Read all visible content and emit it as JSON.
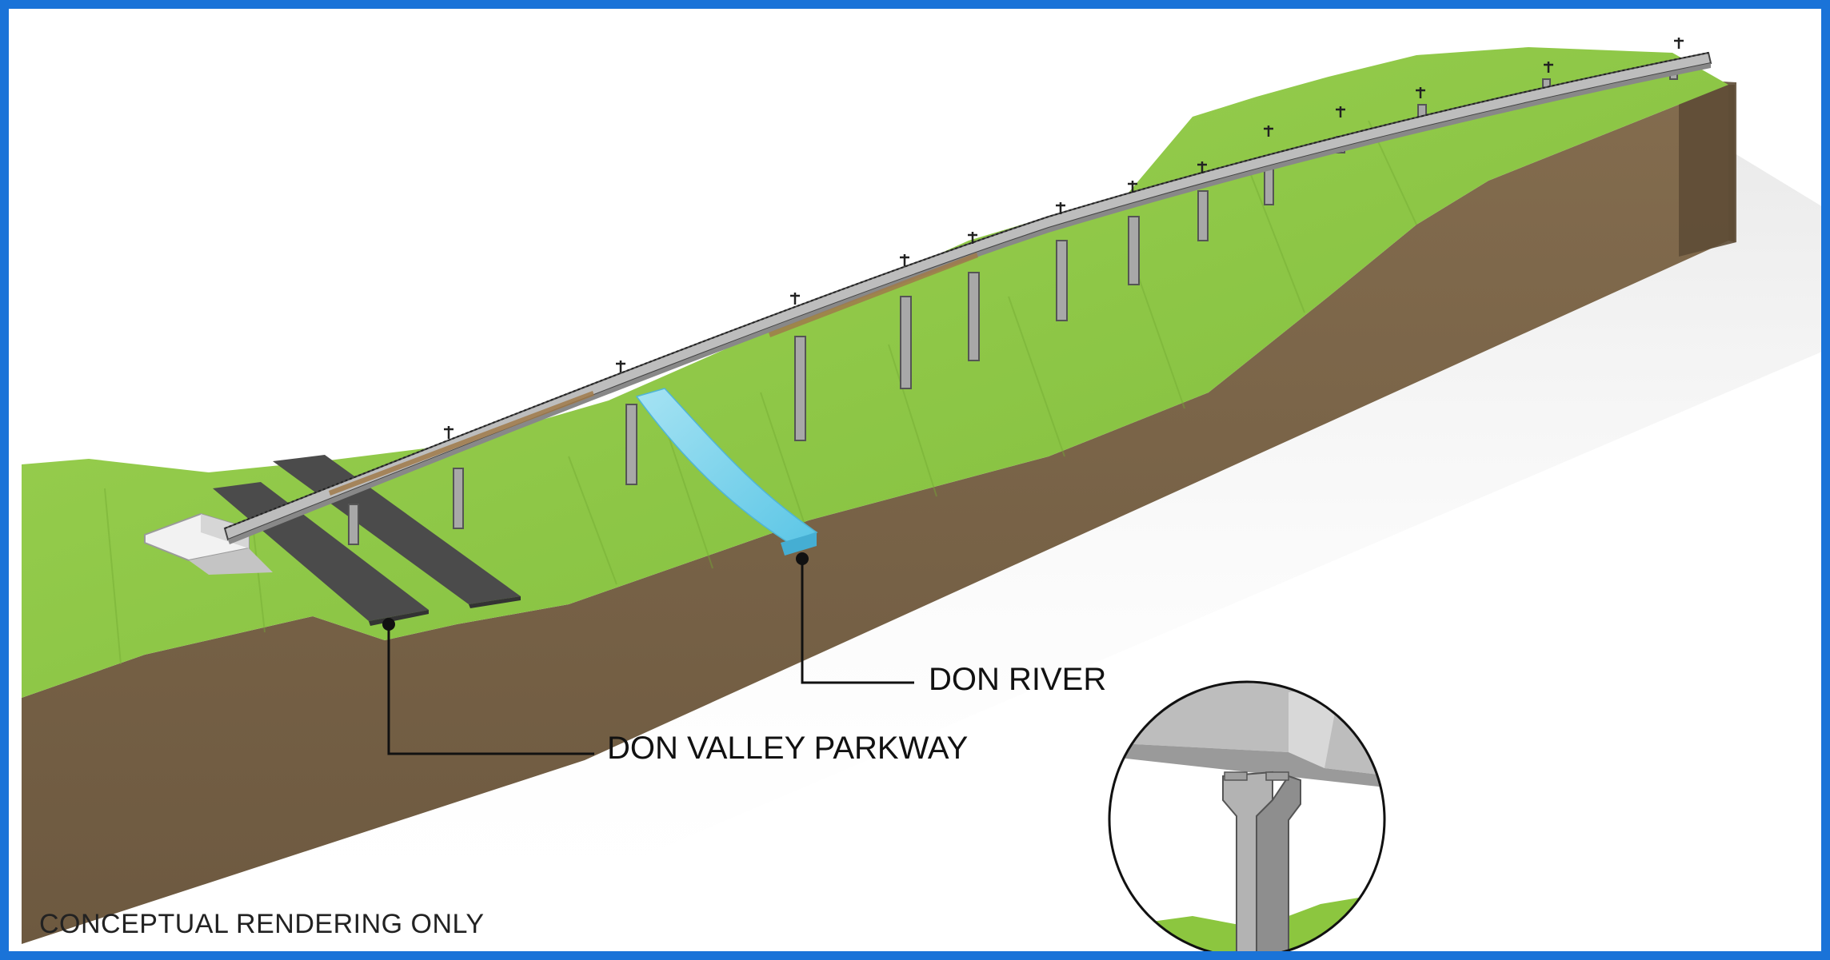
{
  "labels": {
    "don_valley_parkway": "DON VALLEY PARKWAY",
    "don_river": "DON RIVER",
    "footnote": "CONCEPTUAL RENDERING ONLY"
  },
  "colors": {
    "frame": "#1a73d8",
    "grass": "#8cc63f",
    "earth": "#7a6448",
    "water": "#7fd3ea",
    "road": "#4a4a4a",
    "bridge": "#b9b9b9"
  }
}
